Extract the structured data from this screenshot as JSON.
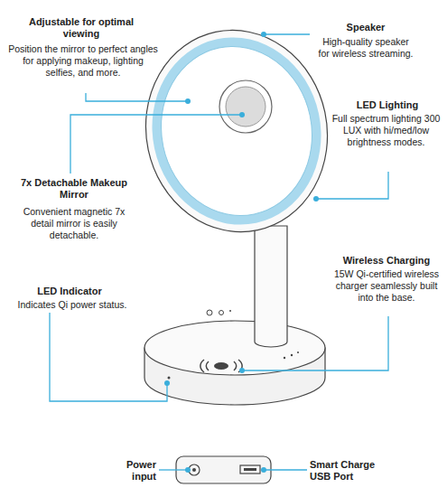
{
  "diagram": {
    "labels": [
      "Adjustable for optimal viewing",
      "Position the mirror to perfect angles for applying makeup, lighting selfies, and more.",
      "Speaker",
      "High-quality speaker for wireless streaming.",
      "LED Lighting",
      "Full spectrum lighting 300 LUX with hi/med/low brightness modes.",
      "7x Detachable Makeup Mirror",
      "Convenient magnetic 7x detail mirror is easily detachable.",
      "Wireless Charging",
      "15W Qi-certified wireless charger seamlessly built into the base.",
      "LED Indicator",
      "Indicates Qi power status.",
      "Power input",
      "Smart Charge USB Port"
    ]
  }
}
